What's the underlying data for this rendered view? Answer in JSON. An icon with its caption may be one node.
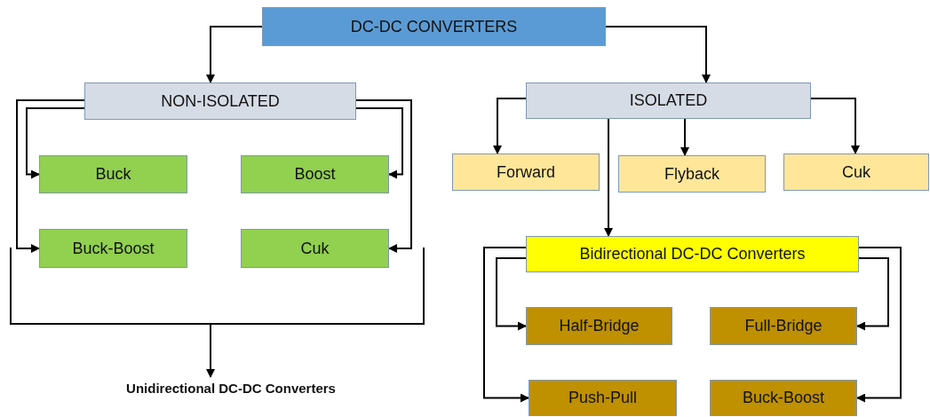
{
  "diagram": {
    "nodes": [
      {
        "text": [
          "DC-DC CONVERTERS"
        ]
      },
      {
        "text": [
          "NON-ISOLATED"
        ]
      },
      {
        "text": [
          "ISOLATED"
        ]
      },
      {
        "text": [
          "Buck"
        ]
      },
      {
        "text": [
          "Boost"
        ]
      },
      {
        "text": [
          "Buck-Boost"
        ]
      },
      {
        "text": [
          "Cuk"
        ]
      },
      {
        "text": [
          "Forward"
        ]
      },
      {
        "text": [
          "Flyback"
        ]
      },
      {
        "text": [
          "Cuk"
        ]
      },
      {
        "text": [
          "Bidirectional DC-DC Converters"
        ]
      },
      {
        "text": [
          "Half-Bridge"
        ]
      },
      {
        "text": [
          "Full-Bridge"
        ]
      },
      {
        "text": [
          "Push-Pull"
        ]
      },
      {
        "text": [
          "Buck-Boost"
        ]
      },
      {
        "text": [
          "Unidirectional DC-DC Converters"
        ]
      },
      {
        "text": [],
        "shape": "bracket"
      }
    ],
    "edges": [
      {
        "from": 0,
        "to": 1,
        "arrow": "to"
      },
      {
        "from": 0,
        "to": 2,
        "arrow": "to"
      },
      {
        "from": 1,
        "to": 3,
        "arrow": "to"
      },
      {
        "from": 1,
        "to": 5,
        "arrow": "to"
      },
      {
        "from": 1,
        "to": 4,
        "arrow": "to"
      },
      {
        "from": 1,
        "to": 6,
        "arrow": "to"
      },
      {
        "from": 2,
        "to": 7,
        "arrow": "to"
      },
      {
        "from": 2,
        "to": 8,
        "arrow": "to"
      },
      {
        "from": 2,
        "to": 9,
        "arrow": "to"
      },
      {
        "from": 2,
        "to": 10,
        "arrow": "to"
      },
      {
        "from": 10,
        "to": 11,
        "arrow": "to"
      },
      {
        "from": 10,
        "to": 13,
        "arrow": "to"
      },
      {
        "from": 10,
        "to": 12,
        "arrow": "to"
      },
      {
        "from": 10,
        "to": 14,
        "arrow": "to"
      },
      {
        "from": 16,
        "to": 15,
        "arrow": "to"
      }
    ]
  }
}
